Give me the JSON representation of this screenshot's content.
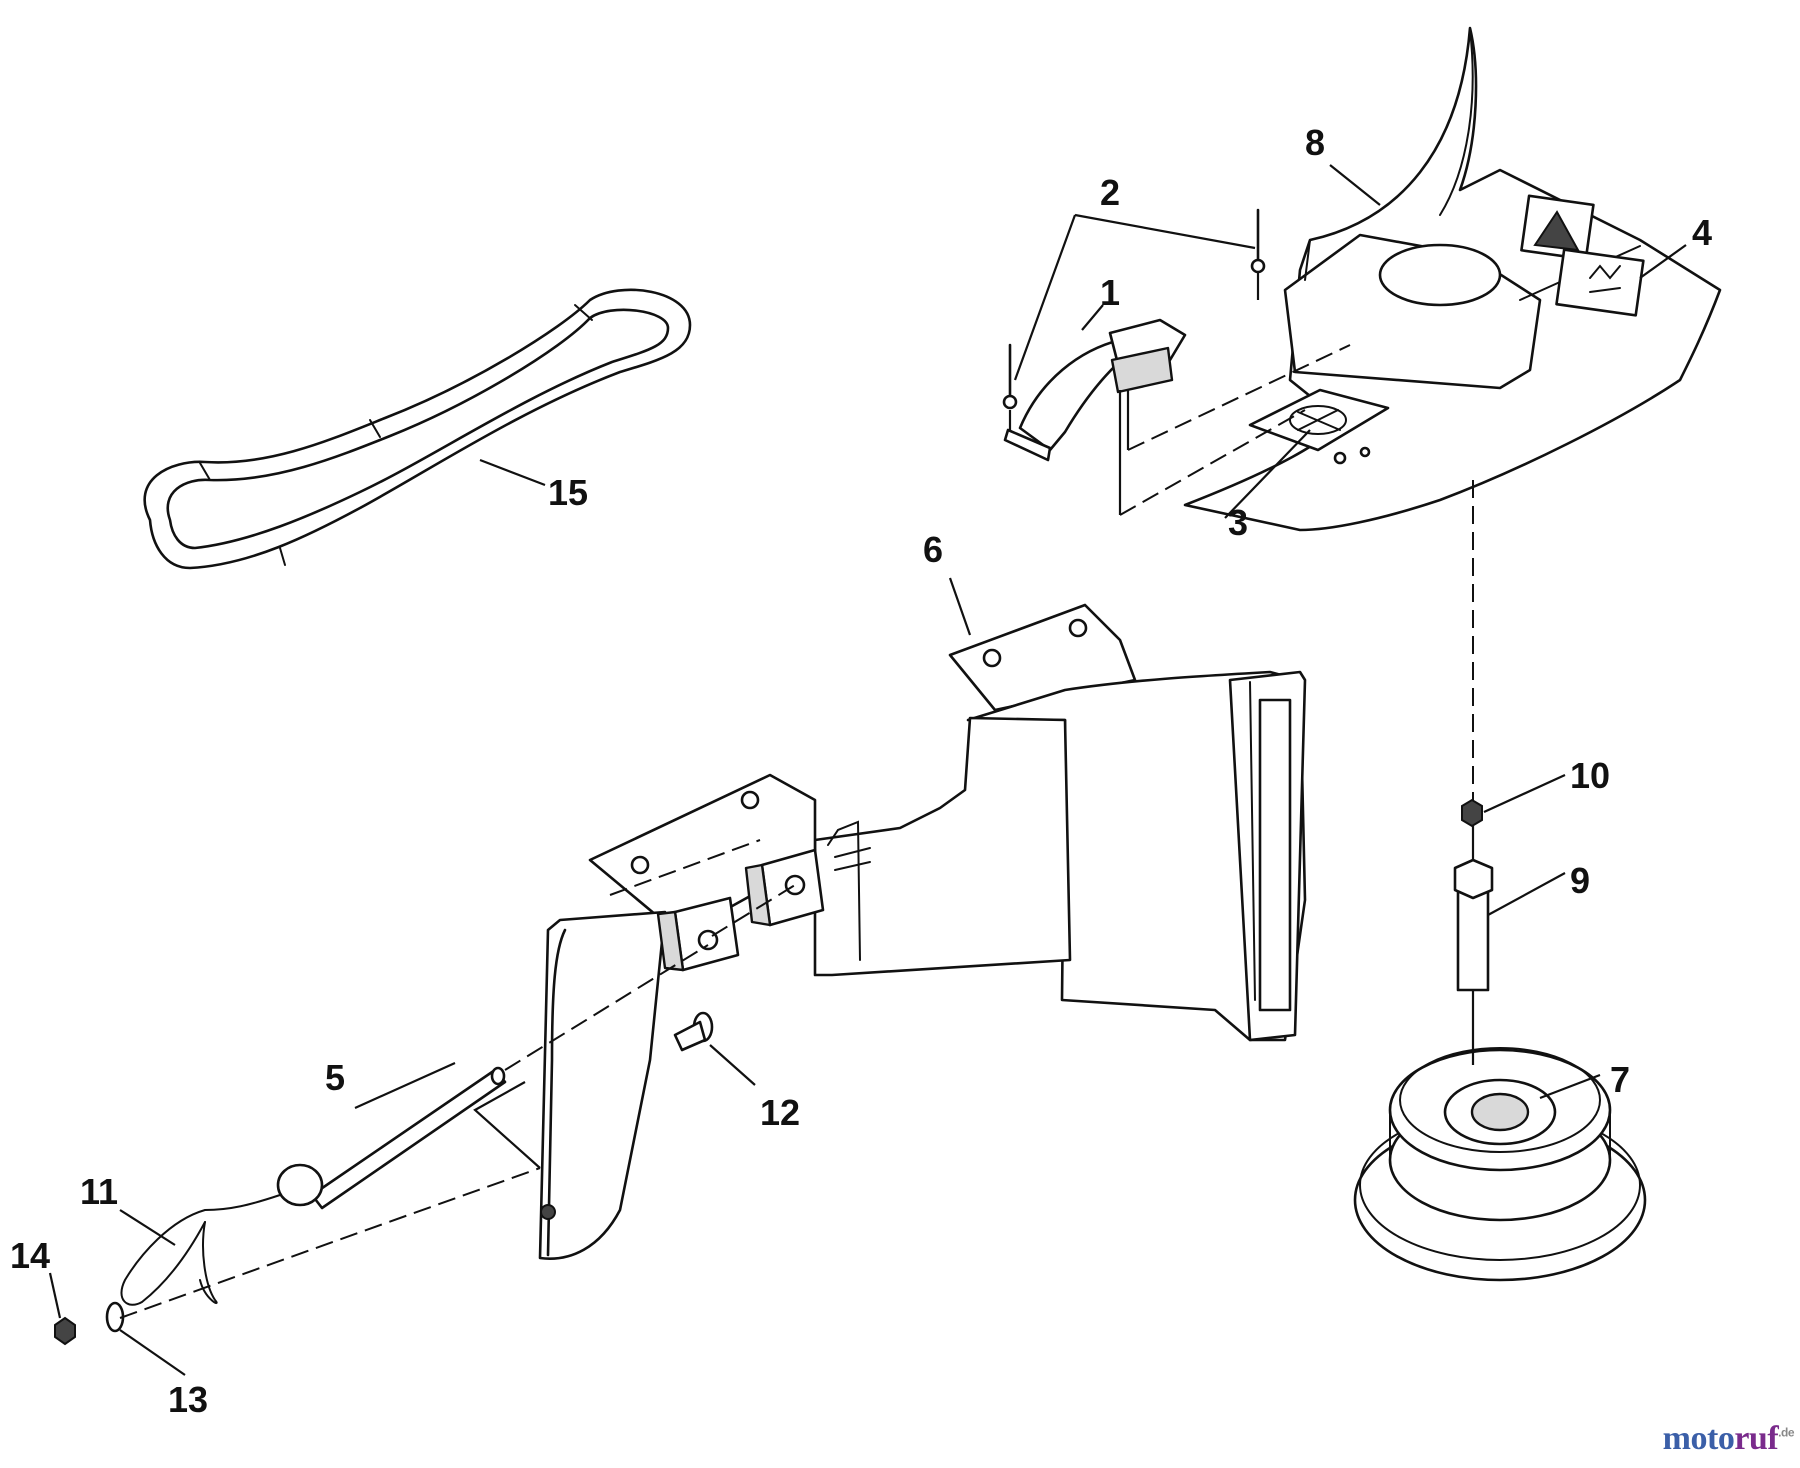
{
  "callouts": {
    "c1": "1",
    "c2": "2",
    "c3": "3",
    "c4": "4",
    "c5": "5",
    "c6": "6",
    "c7": "7",
    "c8": "8",
    "c9": "9",
    "c10": "10",
    "c11": "11",
    "c12": "12",
    "c13": "13",
    "c14": "14",
    "c15": "15"
  },
  "watermark": {
    "brand_part1": "moto",
    "brand_part2": "ruf",
    "suffix": ".de",
    "color1": "#3b5fa8",
    "color2": "#7a2b8c"
  }
}
